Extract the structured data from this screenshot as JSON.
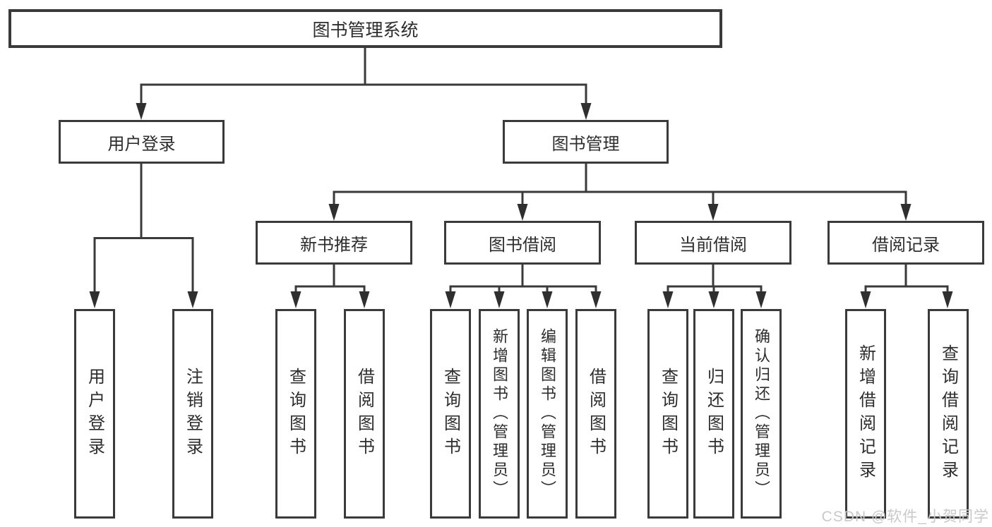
{
  "tree": {
    "label": "图书管理系统",
    "children": [
      {
        "label": "用户登录",
        "children": [
          {
            "label": "用户登录"
          },
          {
            "label": "注销登录"
          }
        ]
      },
      {
        "label": "图书管理",
        "children": [
          {
            "label": "新书推荐",
            "children": [
              {
                "label": "查询图书"
              },
              {
                "label": "借阅图书"
              }
            ]
          },
          {
            "label": "图书借阅",
            "children": [
              {
                "label": "查询图书"
              },
              {
                "label": "新增图书（管理员）"
              },
              {
                "label": "编辑图书（管理员）"
              },
              {
                "label": "借阅图书"
              }
            ]
          },
          {
            "label": "当前借阅",
            "children": [
              {
                "label": "查询图书"
              },
              {
                "label": "归还图书"
              },
              {
                "label": "确认归还（管理员）"
              }
            ]
          },
          {
            "label": "借阅记录",
            "children": [
              {
                "label": "新增借阅记录"
              },
              {
                "label": "查询借阅记录"
              }
            ]
          }
        ]
      }
    ]
  },
  "watermark": {
    "text": "CSDN @软件_小贺同学"
  },
  "colors": {
    "line": "#3a3a3a",
    "text": "#2d2d2d",
    "background": "#ffffff",
    "watermark": "#c9c9c9"
  }
}
